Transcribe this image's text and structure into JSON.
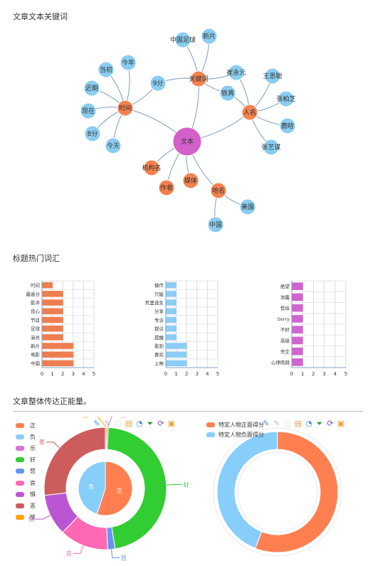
{
  "sections": {
    "keywords_title": "文章文本关键词",
    "hotwords_title": "标题热门词汇",
    "energy_title": "文章整体传达正能量。"
  },
  "graph": {
    "nodes": [
      {
        "id": "wenben",
        "label": "文本",
        "kind": "root"
      },
      {
        "id": "shijian",
        "label": "时间",
        "kind": "category"
      },
      {
        "id": "guanjianci",
        "label": "关键词",
        "kind": "category"
      },
      {
        "id": "renming",
        "label": "人名",
        "kind": "category"
      },
      {
        "id": "dimin",
        "label": "地名",
        "kind": "category"
      },
      {
        "id": "jigouming",
        "label": "机构名",
        "kind": "category"
      },
      {
        "id": "zuozhe",
        "label": "作者",
        "kind": "category"
      },
      {
        "id": "meiti",
        "label": "媒体",
        "kind": "category"
      },
      {
        "id": "jinnian",
        "label": "今年",
        "kind": "leaf"
      },
      {
        "id": "dangchu",
        "label": "当初",
        "kind": "leaf"
      },
      {
        "id": "jinqi",
        "label": "近期",
        "kind": "leaf"
      },
      {
        "id": "xianzai",
        "label": "现在",
        "kind": "leaf"
      },
      {
        "id": "8fen",
        "label": "8分",
        "kind": "leaf"
      },
      {
        "id": "jintian",
        "label": "今天",
        "kind": "leaf"
      },
      {
        "id": "9fen",
        "label": "9分",
        "kind": "leaf"
      },
      {
        "id": "zgzq",
        "label": "中国足球",
        "kind": "leaf"
      },
      {
        "id": "xinpian",
        "label": "新片",
        "kind": "leaf"
      },
      {
        "id": "cuiyongyuan",
        "label": "崔永元",
        "kind": "leaf"
      },
      {
        "id": "tiezhen",
        "label": "铁真",
        "kind": "leaf"
      },
      {
        "id": "wangsicong",
        "label": "王思聪",
        "kind": "leaf"
      },
      {
        "id": "zhangbozhi",
        "label": "张柏芝",
        "kind": "leaf"
      },
      {
        "id": "luhan",
        "label": "鹿晗",
        "kind": "leaf"
      },
      {
        "id": "zhangyimou",
        "label": "张艺谋",
        "kind": "leaf"
      },
      {
        "id": "meiguo",
        "label": "美国",
        "kind": "leaf"
      },
      {
        "id": "zhongguo",
        "label": "中国",
        "kind": "leaf"
      }
    ],
    "colors": {
      "root": "#d35fc8",
      "category": "#f4824f",
      "leaf": "#89cdf0",
      "edge": "#7c9dbf"
    }
  },
  "bar_charts": [
    {
      "categories": [
        "时间",
        "最高分",
        "影评",
        "良心",
        "节目",
        "足球",
        "演员",
        "新片",
        "电影",
        "中国"
      ],
      "values": [
        1,
        2,
        2,
        2,
        2,
        2,
        2,
        3,
        3,
        3
      ],
      "xticks": [
        "0",
        "1",
        "2",
        "3",
        "4",
        "5"
      ],
      "xlim": [
        0,
        5
      ],
      "color": "#ee7e4f"
    },
    {
      "categories": [
        "操作",
        "只能",
        "死里逃生",
        "分享",
        "专访",
        "提议",
        "提醒",
        "看到",
        "喜欢",
        "上映"
      ],
      "values": [
        1,
        1,
        1,
        1,
        1,
        1,
        1,
        2,
        2,
        2
      ],
      "xticks": [
        "0",
        "1",
        "2",
        "3",
        "4",
        "5"
      ],
      "xlim": [
        0,
        5
      ],
      "color": "#8ccdf4"
    },
    {
      "categories": [
        "绝望",
        "泄露",
        "低俗",
        "Sorry",
        "不好",
        "高级",
        "完全",
        "心律肉跳"
      ],
      "values": [
        1,
        1,
        1,
        1,
        1,
        1,
        1,
        1
      ],
      "xticks": [
        "0",
        "1",
        "2",
        "3",
        "4",
        "5"
      ],
      "xlim": [
        0,
        5
      ],
      "color": "#d165cf"
    }
  ],
  "pie_left": {
    "legend": [
      {
        "label": "正",
        "color": "#ff7f50"
      },
      {
        "label": "负",
        "color": "#87cefa"
      },
      {
        "label": "乐",
        "color": "#da70d6"
      },
      {
        "label": "好",
        "color": "#32cd32"
      },
      {
        "label": "怒",
        "color": "#6495ed"
      },
      {
        "label": "哀",
        "color": "#ff69b4"
      },
      {
        "label": "惧",
        "color": "#ba55d3"
      },
      {
        "label": "恶",
        "color": "#cd5c5c"
      },
      {
        "label": "惊",
        "color": "#ffa500"
      }
    ],
    "inner": [
      {
        "label": "正",
        "value": 55,
        "color": "#ff7f50"
      },
      {
        "label": "负",
        "value": 45,
        "color": "#87cefa"
      }
    ],
    "outer": [
      {
        "label": "惊",
        "value": 0.4,
        "color": "#ffa500"
      },
      {
        "label": "乐",
        "value": 0.4,
        "color": "#da70d6"
      },
      {
        "label": "好",
        "value": 47,
        "color": "#32cd32"
      },
      {
        "label": "怒",
        "value": 2,
        "color": "#6495ed"
      },
      {
        "label": "哀",
        "value": 13,
        "color": "#ff69b4"
      },
      {
        "label": "惧",
        "value": 11,
        "color": "#ba55d3"
      },
      {
        "label": "恶",
        "value": 27,
        "color": "#cd5c5c"
      }
    ]
  },
  "pie_right": {
    "legend": [
      {
        "label": "特定人物正面得分",
        "color": "#ff7f50"
      },
      {
        "label": "特定人物负面得分",
        "color": "#87cefa"
      }
    ],
    "slices": [
      {
        "label": "特定人物正面得分",
        "value": 56,
        "color": "#ff7f50"
      },
      {
        "label": "特定人物负面得分",
        "value": 44,
        "color": "#87cefa"
      }
    ]
  },
  "toolbox_icons": [
    "mark-icon",
    "mark-undo-icon",
    "mark-clear-icon",
    "data-view-icon",
    "pie-switch-icon",
    "funnel-switch-icon",
    "restore-icon",
    "save-image-icon"
  ]
}
